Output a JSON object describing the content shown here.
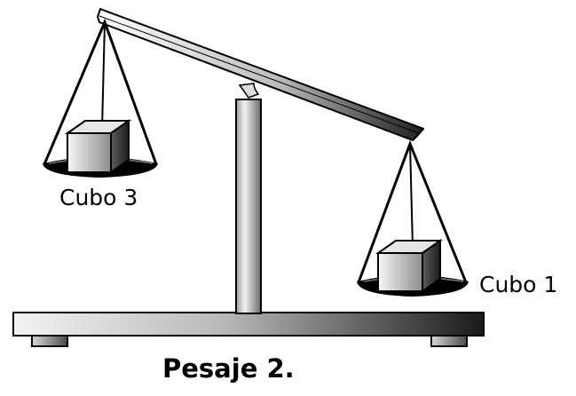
{
  "labels": {
    "left_pan": "Cubo 3",
    "right_pan": "Cubo 1"
  },
  "caption": "Pesaje 2."
}
